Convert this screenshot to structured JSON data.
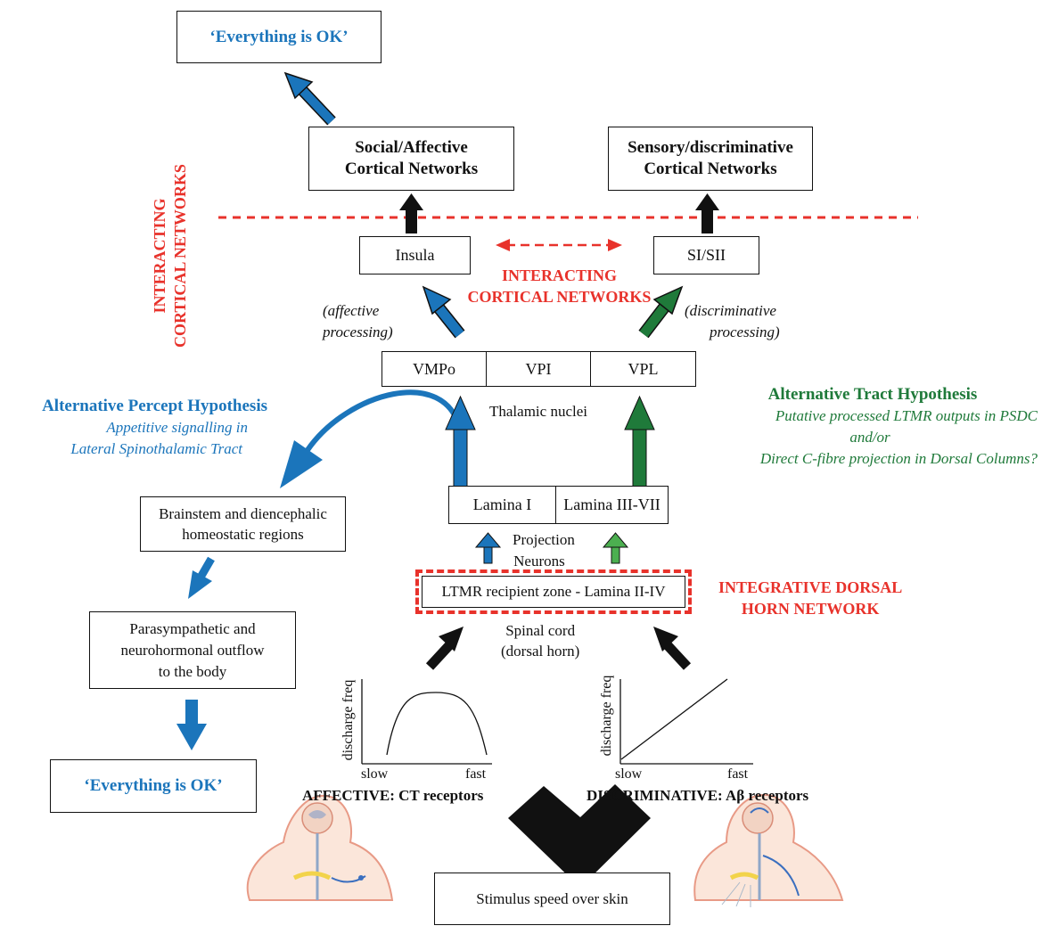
{
  "colors": {
    "blue": "#1b75bb",
    "green": "#1f7a3a",
    "red": "#e8322b",
    "lightgreen": "#4caf50",
    "black": "#111111"
  },
  "top_ok": "‘Everything is OK’",
  "social_box": {
    "line1": "Social/Affective",
    "line2": "Cortical Networks"
  },
  "sensory_box": {
    "line1": "Sensory/discriminative",
    "line2": "Cortical Networks"
  },
  "vertical_label": {
    "line1": "INTERACTING",
    "line2": "CORTICAL NETWORKS"
  },
  "insula": "Insula",
  "sisii": "SI/SII",
  "center_label": {
    "line1": "INTERACTING",
    "line2": "CORTICAL NETWORKS"
  },
  "affective_processing": {
    "line1": "(affective",
    "line2": "processing)"
  },
  "discriminative_processing": {
    "line1": "(discriminative",
    "line2": "processing)"
  },
  "thalamus": {
    "cells": [
      "VMPo",
      "VPI",
      "VPL"
    ],
    "label": "Thalamic nuclei"
  },
  "alt_percept": {
    "title": "Alternative Percept Hypothesis",
    "line1": "Appetitive signalling in",
    "line2": "Lateral Spinothalamic Tract"
  },
  "alt_tract": {
    "title": "Alternative Tract Hypothesis",
    "line1": "Putative processed LTMR outputs in PSDC",
    "line2": "and/or",
    "line3": "Direct C-fibre projection in Dorsal Columns?"
  },
  "brainstem": {
    "line1": "Brainstem and diencephalic",
    "line2": "homeostatic regions"
  },
  "parasym": {
    "line1": "Parasympathetic and",
    "line2": "neurohormonal outflow",
    "line3": "to the body"
  },
  "bottom_ok": "‘Everything is OK’",
  "lamina": {
    "left": "Lamina I",
    "right": "Lamina III-VII"
  },
  "projection": {
    "line1": "Projection",
    "line2": "Neurons"
  },
  "ltmr_zone": "LTMR recipient zone - Lamina II-IV",
  "integrative": {
    "line1": "INTEGRATIVE DORSAL",
    "line2": "HORN NETWORK"
  },
  "spinal": {
    "line1": "Spinal cord",
    "line2": "(dorsal horn)"
  },
  "affective_graph": {
    "ylabel": "discharge freq",
    "xlow": "slow",
    "xhigh": "fast",
    "caption": "AFFECTIVE: CT receptors"
  },
  "discriminative_graph": {
    "ylabel": "discharge freq",
    "xlow": "slow",
    "xhigh": "fast",
    "caption": "DISCRIMINATIVE: Aβ receptors"
  },
  "stimulus": "Stimulus speed over skin"
}
